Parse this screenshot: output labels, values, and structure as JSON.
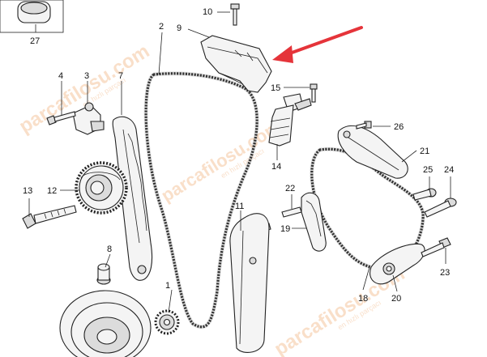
{
  "callouts": {
    "c1": "1",
    "c2": "2",
    "c3": "3",
    "c4": "4",
    "c7": "7",
    "c8": "8",
    "c9": "9",
    "c10": "10",
    "c11": "11",
    "c12": "12",
    "c13": "13",
    "c14": "14",
    "c15": "15",
    "c18": "18",
    "c19": "19",
    "c20": "20",
    "c21": "21",
    "c22": "22",
    "c23": "23",
    "c24": "24",
    "c25": "25",
    "c26": "26",
    "c27": "27"
  },
  "watermark": {
    "brand": "parcafilosu.com",
    "tagline": "en hızlı parçacı"
  },
  "colors": {
    "arrow": "#e5343a",
    "watermark": "#f2b98a"
  }
}
